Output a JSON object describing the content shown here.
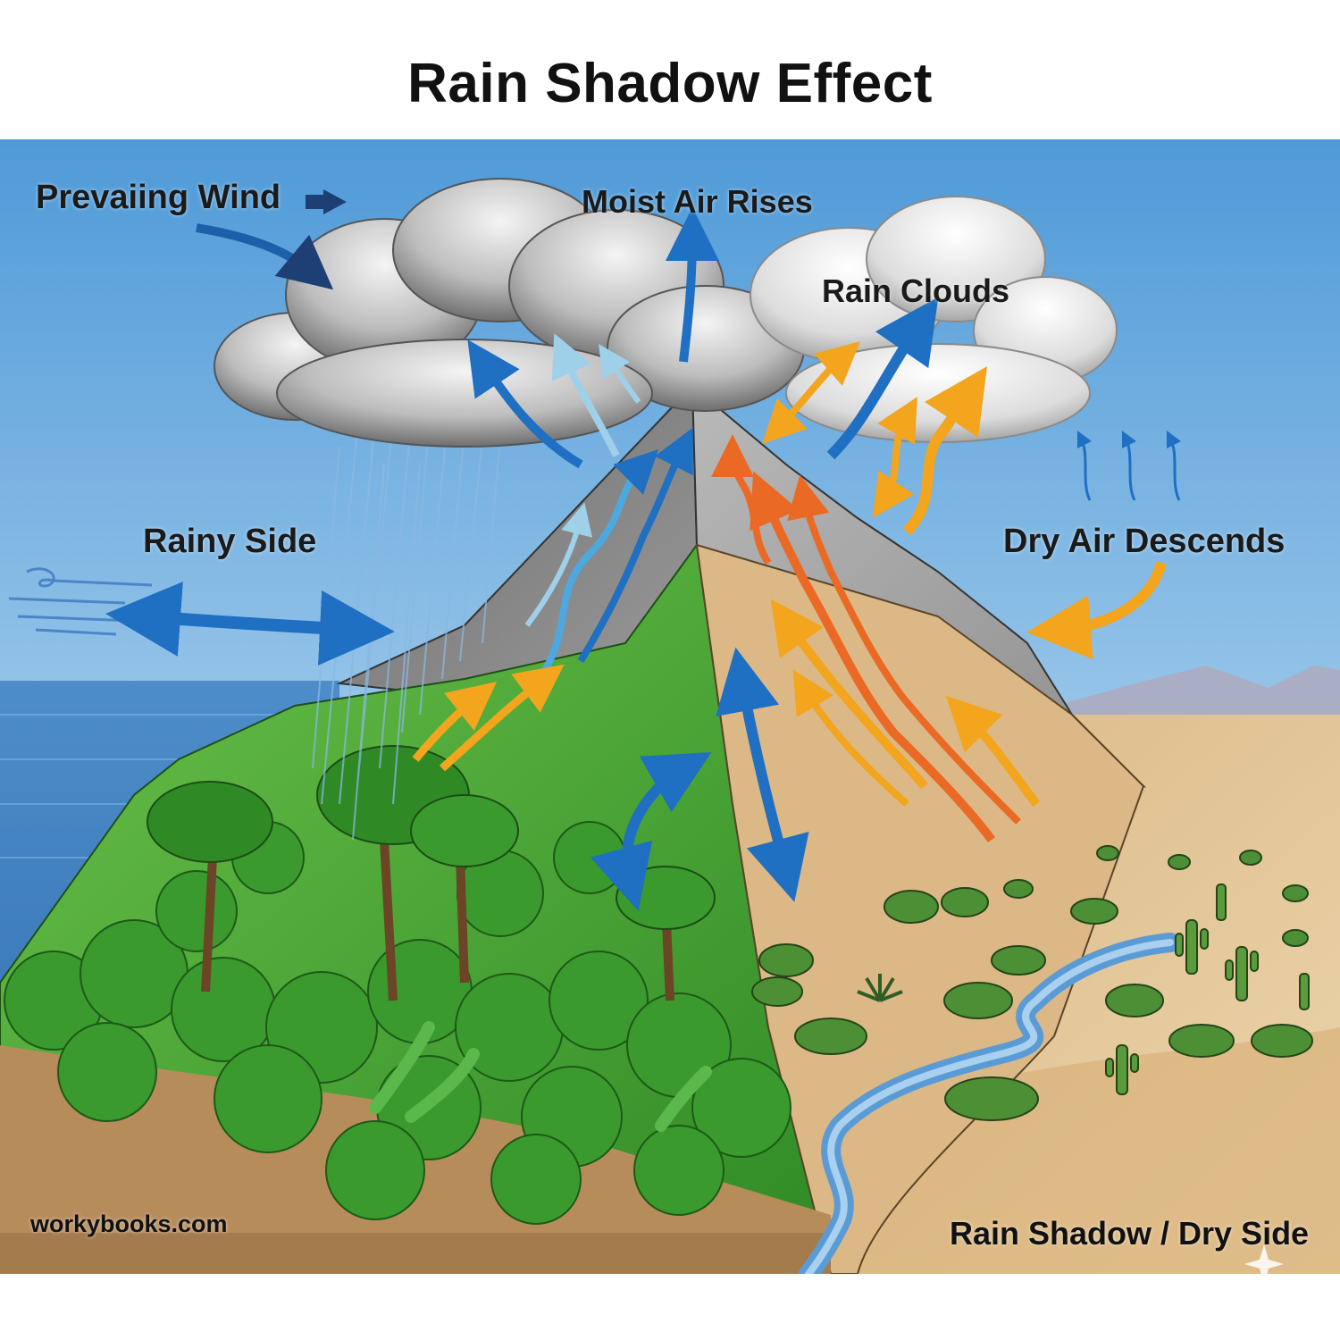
{
  "title": "Rain Shadow Effect",
  "labels": {
    "prevailing_wind": "Prevaiing Wind",
    "moist_air_rises": "Moist Air Rises",
    "rain_clouds": "Rain Clouds",
    "rainy_side": "Rainy Side",
    "dry_air_descends": "Dry Air Descends",
    "rain_shadow": "Rain Shadow / Dry Side"
  },
  "credit": "workybooks.com",
  "colors": {
    "sky_top": "#4f9ad8",
    "sky_bottom": "#cfe4f4",
    "sea": "#4c8cc8",
    "forest": "#3f9e2f",
    "forest_dark": "#2c7a22",
    "desert": "#e2c595",
    "rock": "#8c8c8c",
    "cold_arrow": "#1f6fc2",
    "warm_arrow": "#f2a51d",
    "hot_arrow": "#ea6a25"
  }
}
